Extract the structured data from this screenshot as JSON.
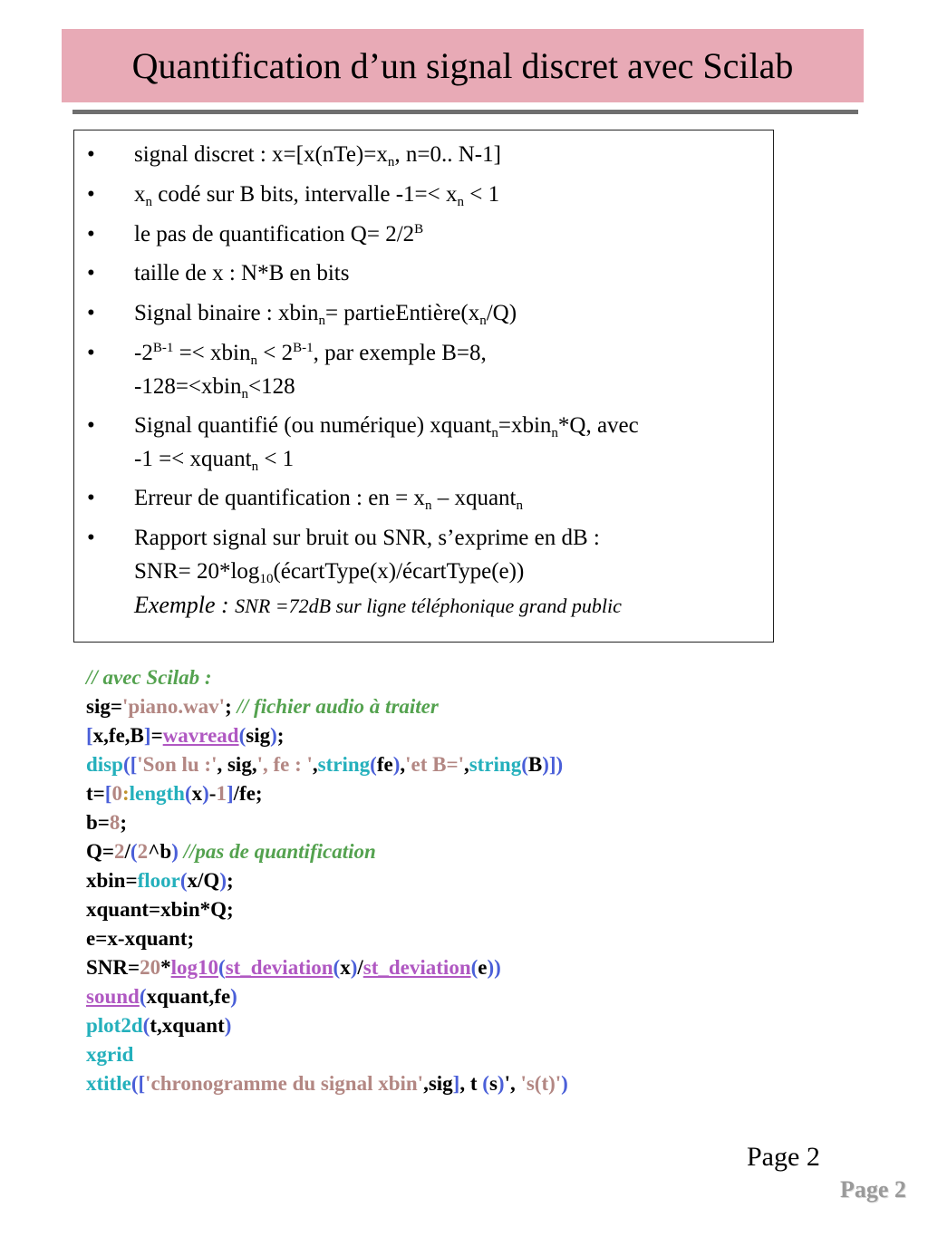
{
  "title": "Quantification d’un signal discret avec Scilab",
  "bullet_symbol": "•",
  "bullets": [
    [
      {
        "t": " signal discret : x=[x(nTe)=x"
      },
      {
        "sub": "n"
      },
      {
        "t": ", n=0.. N-1]"
      }
    ],
    [
      {
        "t": " x"
      },
      {
        "sub": "n"
      },
      {
        "t": " codé sur B bits,  intervalle  -1=<  x"
      },
      {
        "sub": "n"
      },
      {
        "t": " < 1"
      }
    ],
    [
      {
        "t": "le pas de quantification Q= 2/2"
      },
      {
        "sup": "B"
      }
    ],
    [
      {
        "t": "taille de x : N*B en bits"
      }
    ],
    [
      {
        "t": "Signal binaire : xbin"
      },
      {
        "sub": "n"
      },
      {
        "t": "= partieEntière(x"
      },
      {
        "sub": "n"
      },
      {
        "t": "/Q)"
      }
    ],
    [
      {
        "t": "-2"
      },
      {
        "sup": "B-1"
      },
      {
        "t": " =< xbin"
      },
      {
        "sub": "n"
      },
      {
        "t": " < 2"
      },
      {
        "sup": "B-1"
      },
      {
        "t": ", par exemple B=8,"
      },
      {
        "br": true
      },
      {
        "t": "-128=<xbin"
      },
      {
        "sub": "n"
      },
      {
        "t": "<128"
      }
    ],
    [
      {
        "t": "Signal quantifié (ou numérique) xquant"
      },
      {
        "sub": "n"
      },
      {
        "t": "=xbin"
      },
      {
        "sub": "n"
      },
      {
        "t": "*Q, avec"
      },
      {
        "br": true
      },
      {
        "t": "-1 =< xquant"
      },
      {
        "sub": "n"
      },
      {
        "t": " < 1"
      }
    ],
    [
      {
        "t": "Erreur de quantification : en = x"
      },
      {
        "sub": "n"
      },
      {
        "t": " – xquant"
      },
      {
        "sub": "n"
      }
    ],
    [
      {
        "t": "Rapport signal sur bruit ou SNR, s’exprime en dB :"
      },
      {
        "br": true
      },
      {
        "t": "SNR= 20*log"
      },
      {
        "sub": "10"
      },
      {
        "t": "(écartType(x)/écartType(e))"
      },
      {
        "br": true
      },
      {
        "it": "Exemple : ",
        "cls": "ex-lbl"
      },
      {
        "it": "SNR =72dB sur ligne téléphonique grand public",
        "cls": "ex-txt"
      }
    ]
  ],
  "code": [
    [
      [
        "c",
        "// avec Scilab :"
      ]
    ],
    [
      [
        "k",
        "sig="
      ],
      [
        "s",
        "'piano.wav'"
      ],
      [
        "k",
        "; "
      ],
      [
        "c",
        "// fichier audio à traiter"
      ]
    ],
    [
      [
        "b",
        "["
      ],
      [
        "k",
        "x,fe,B"
      ],
      [
        "b",
        "]"
      ],
      [
        "k",
        "="
      ],
      [
        "u",
        "wavread"
      ],
      [
        "b",
        "("
      ],
      [
        "k",
        "sig"
      ],
      [
        "b",
        ")"
      ],
      [
        "k",
        ";"
      ]
    ],
    [
      [
        "f",
        "disp"
      ],
      [
        "b",
        "(["
      ],
      [
        "s",
        "'Son lu :'"
      ],
      [
        "k",
        ", sig,"
      ],
      [
        "s",
        "', fe : '"
      ],
      [
        "k",
        ","
      ],
      [
        "f",
        "string"
      ],
      [
        "b",
        "("
      ],
      [
        "k",
        "fe"
      ],
      [
        "b",
        ")"
      ],
      [
        "k",
        ","
      ],
      [
        "s",
        "'et B='"
      ],
      [
        "k",
        ","
      ],
      [
        "f",
        "string"
      ],
      [
        "b",
        "("
      ],
      [
        "k",
        "B"
      ],
      [
        "b",
        ")])"
      ]
    ],
    [
      [
        "k",
        "t="
      ],
      [
        "b",
        "["
      ],
      [
        "n",
        "0"
      ],
      [
        "o",
        ":"
      ],
      [
        "f",
        "length"
      ],
      [
        "b",
        "("
      ],
      [
        "k",
        "x"
      ],
      [
        "b",
        ")"
      ],
      [
        "k",
        "-"
      ],
      [
        "n",
        "1"
      ],
      [
        "b",
        "]"
      ],
      [
        "k",
        "/fe;"
      ]
    ],
    [
      [
        "k",
        "b="
      ],
      [
        "n",
        "8"
      ],
      [
        "k",
        ";"
      ]
    ],
    [
      [
        "k",
        "Q="
      ],
      [
        "n",
        "2"
      ],
      [
        "k",
        "/"
      ],
      [
        "b",
        "("
      ],
      [
        "n",
        "2"
      ],
      [
        "k",
        "^b"
      ],
      [
        "b",
        ")"
      ],
      [
        "k",
        " "
      ],
      [
        "c",
        "//pas de quantification"
      ]
    ],
    [
      [
        "k",
        "xbin="
      ],
      [
        "f",
        "floor"
      ],
      [
        "b",
        "("
      ],
      [
        "k",
        "x/Q"
      ],
      [
        "b",
        ")"
      ],
      [
        "k",
        ";"
      ]
    ],
    [
      [
        "k",
        "xquant=xbin*Q;"
      ]
    ],
    [
      [
        "k",
        "e=x-xquant;"
      ]
    ],
    [
      [
        "k",
        "SNR="
      ],
      [
        "n",
        "20"
      ],
      [
        "k",
        "*"
      ],
      [
        "u",
        "log10"
      ],
      [
        "b",
        "("
      ],
      [
        "u",
        "st_deviation"
      ],
      [
        "b",
        "("
      ],
      [
        "k",
        "x"
      ],
      [
        "b",
        ")"
      ],
      [
        "k",
        "/"
      ],
      [
        "u",
        "st_deviation"
      ],
      [
        "b",
        "("
      ],
      [
        "k",
        "e"
      ],
      [
        "b",
        "))"
      ]
    ],
    [
      [
        "u",
        "sound"
      ],
      [
        "b",
        "("
      ],
      [
        "k",
        "xquant,fe"
      ],
      [
        "b",
        ")"
      ]
    ],
    [
      [
        "f",
        "plot2d"
      ],
      [
        "b",
        "("
      ],
      [
        "k",
        "t,xquant"
      ],
      [
        "b",
        ")"
      ]
    ],
    [
      [
        "f",
        "xgrid"
      ]
    ],
    [
      [
        "f",
        "xtitle"
      ],
      [
        "b",
        "(["
      ],
      [
        "s",
        "'chronogramme du signal xbin'"
      ],
      [
        "k",
        ",sig"
      ],
      [
        "b",
        "]"
      ],
      [
        "k",
        ", t "
      ],
      [
        "b",
        "("
      ],
      [
        "k",
        "s"
      ],
      [
        "b",
        ")"
      ],
      [
        "k",
        "', "
      ],
      [
        "s",
        "'s(t)'"
      ],
      [
        "b",
        ")"
      ]
    ]
  ],
  "footer": {
    "page_label": "Page 2",
    "page_watermark": "Page 2"
  }
}
